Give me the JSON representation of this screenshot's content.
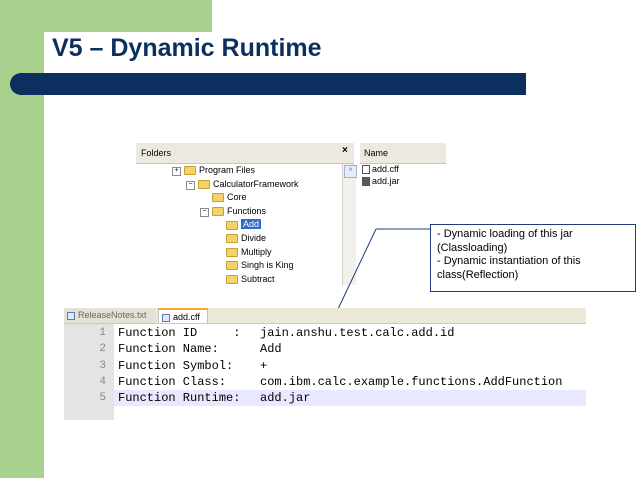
{
  "slide": {
    "title": "V5 – Dynamic Runtime"
  },
  "explorer": {
    "folders_header": "Folders",
    "close_symbol": "×",
    "scroll_up_symbol": "^",
    "name_header": "Name",
    "files": [
      "add.cff",
      "add.jar"
    ],
    "tree": [
      {
        "label": "Program Files",
        "expander": "+"
      },
      {
        "label": "CalculatorFramework",
        "expander": "−"
      },
      {
        "label": "Core",
        "expander": ""
      },
      {
        "label": "Functions",
        "expander": "−"
      },
      {
        "label": "Add",
        "expander": "",
        "selected": true
      },
      {
        "label": "Divide",
        "expander": ""
      },
      {
        "label": "Multiply",
        "expander": ""
      },
      {
        "label": "Singh is King",
        "expander": ""
      },
      {
        "label": "Subtract",
        "expander": ""
      }
    ]
  },
  "callout": {
    "lines": [
      "- Dynamic loading of this jar",
      "(Classloading)",
      "- Dynamic instantiation of this",
      "class(Reflection)"
    ]
  },
  "editor": {
    "tabs": [
      "ReleaseNotes.txt",
      "add.cff"
    ],
    "active_tab_index": 1,
    "highlighted_line": 5,
    "lines": [
      {
        "num": "1",
        "key": "Function ID     :",
        "value": "jain.anshu.test.calc.add.id"
      },
      {
        "num": "2",
        "key": "Function Name:",
        "value": "Add"
      },
      {
        "num": "3",
        "key": "Function Symbol:",
        "value": "+"
      },
      {
        "num": "4",
        "key": "Function Class:",
        "value": "com.ibm.calc.example.functions.AddFunction"
      },
      {
        "num": "5",
        "key": "Function Runtime:",
        "value": "add.jar"
      }
    ]
  },
  "colors": {
    "title": "#0b2f5e",
    "accent_bar": "#0b2f5e",
    "side_green": "#a9d18e",
    "selection": "#316ac5",
    "line_highlight": "#e8e8ff"
  }
}
